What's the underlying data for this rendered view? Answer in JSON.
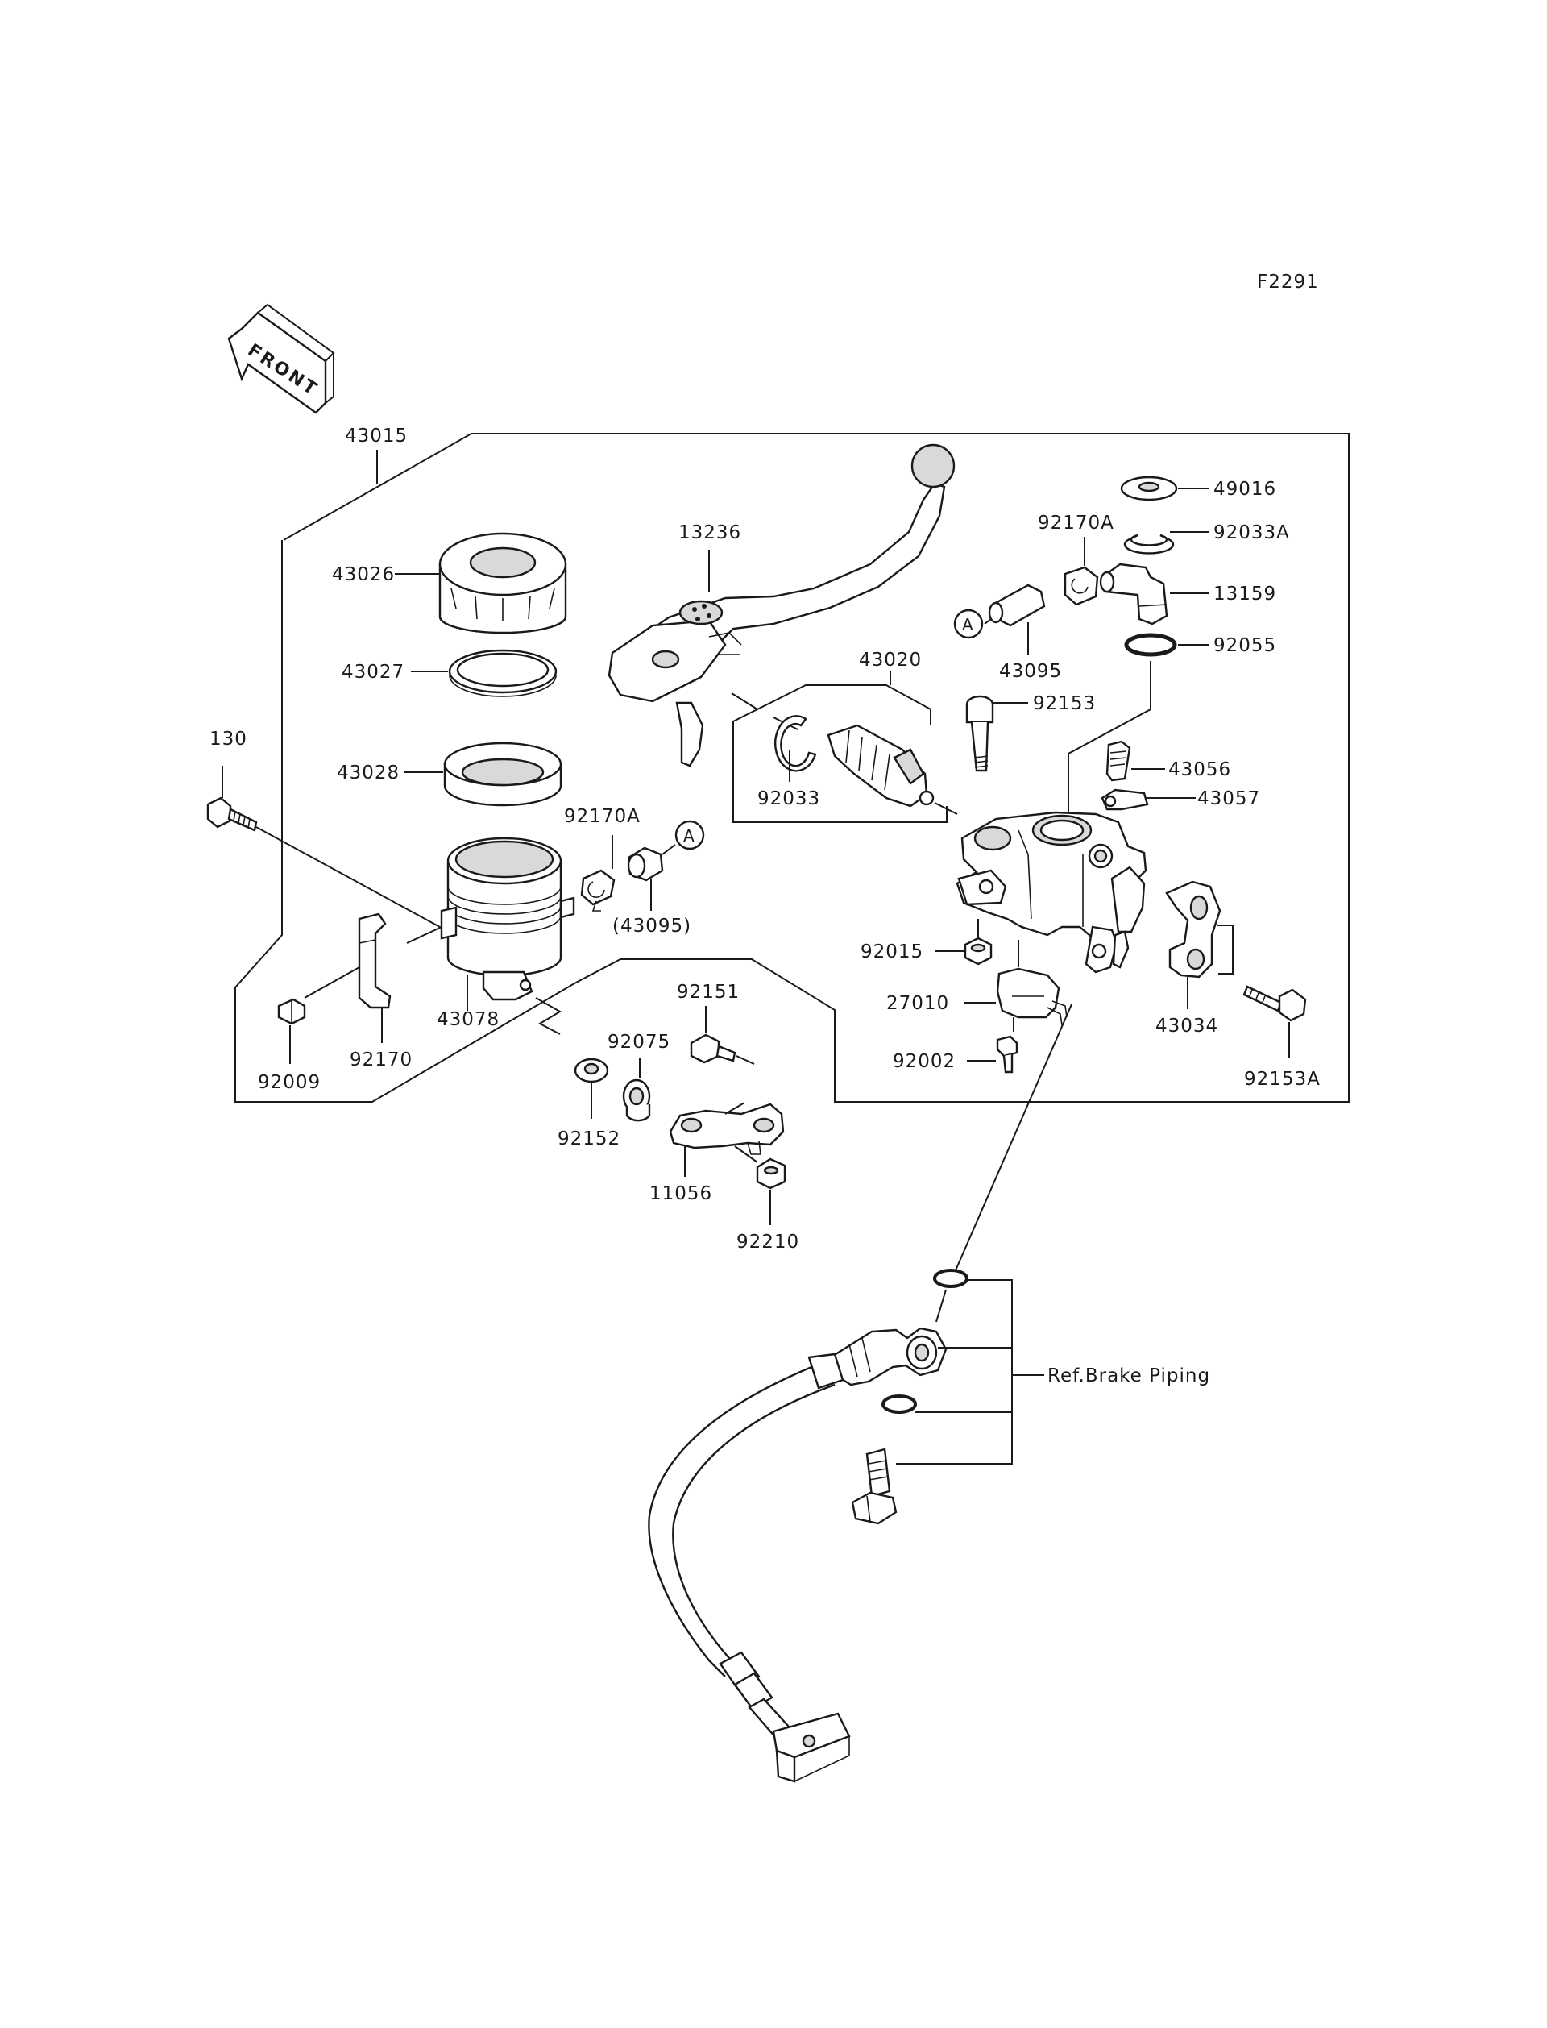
{
  "diagram": {
    "figure_code": "F2291",
    "front_label": "FRONT",
    "callout_letter": "A",
    "labels": {
      "p43015": "43015",
      "p43026": "43026",
      "p43027": "43027",
      "p43028": "43028",
      "p130": "130",
      "p43078": "43078",
      "p92170": "92170",
      "p92009": "92009",
      "p92170A_left": "92170A",
      "p43095_paren": "(43095)",
      "p13236": "13236",
      "p43020": "43020",
      "p92033": "92033",
      "p92151": "92151",
      "p92075": "92075",
      "p92152": "92152",
      "p11056": "11056",
      "p92210": "92210",
      "p49016": "49016",
      "p92033A": "92033A",
      "p92170A_right": "92170A",
      "p13159": "13159",
      "p43095": "43095",
      "p92055": "92055",
      "p92153": "92153",
      "p43056": "43056",
      "p43057": "43057",
      "p92015": "92015",
      "p27010": "27010",
      "p92002": "92002",
      "p43034": "43034",
      "p92153A": "92153A",
      "ref_brake_piping": "Ref.Brake Piping"
    }
  }
}
